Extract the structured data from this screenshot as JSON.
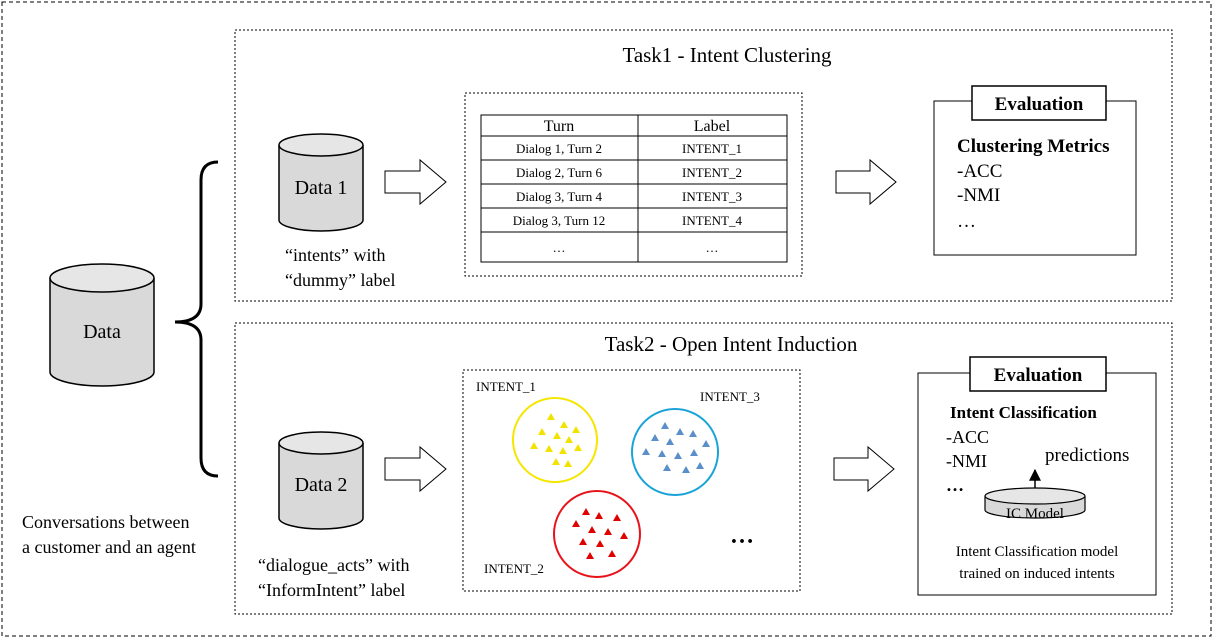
{
  "source": {
    "label": "Data",
    "caption": [
      "Conversations between",
      "a customer and an agent"
    ]
  },
  "task1": {
    "title": "Task1 - Intent Clustering",
    "data_label": "Data 1",
    "data_caption": [
      "“intents” with",
      "“dummy” label"
    ],
    "table": {
      "headers": [
        "Turn",
        "Label"
      ],
      "rows": [
        [
          "Dialog 1, Turn 2",
          "INTENT_1"
        ],
        [
          "Dialog 2, Turn 6",
          "INTENT_2"
        ],
        [
          "Dialog 3, Turn 4",
          "INTENT_3"
        ],
        [
          "Dialog 3, Turn 12",
          "INTENT_4"
        ],
        [
          "…",
          "…"
        ]
      ]
    },
    "evaluation": {
      "title": "Evaluation",
      "heading": "Clustering Metrics",
      "items": [
        "-ACC",
        "-NMI",
        "…"
      ]
    }
  },
  "task2": {
    "title": "Task2 - Open Intent Induction",
    "data_label": "Data 2",
    "data_caption": [
      "“dialogue_acts” with",
      "“InformIntent” label"
    ],
    "clusters": {
      "labels": [
        "INTENT_1",
        "INTENT_3",
        "INTENT_2"
      ],
      "more": "…",
      "colors": {
        "intent1": "#f5e600",
        "intent3": "#1aa3d9",
        "intent2": "#e8131a",
        "marker_blue": "#5b8fc9",
        "marker_red": "#e00000",
        "marker_yellow": "#f2e200"
      }
    },
    "evaluation": {
      "title": "Evaluation",
      "heading": "Intent Classification",
      "items": [
        "-ACC",
        "-NMI",
        "…"
      ],
      "predictions_label": "predictions",
      "model_label": "IC Model",
      "caption": [
        "Intent Classification model",
        "trained on induced intents"
      ]
    }
  }
}
